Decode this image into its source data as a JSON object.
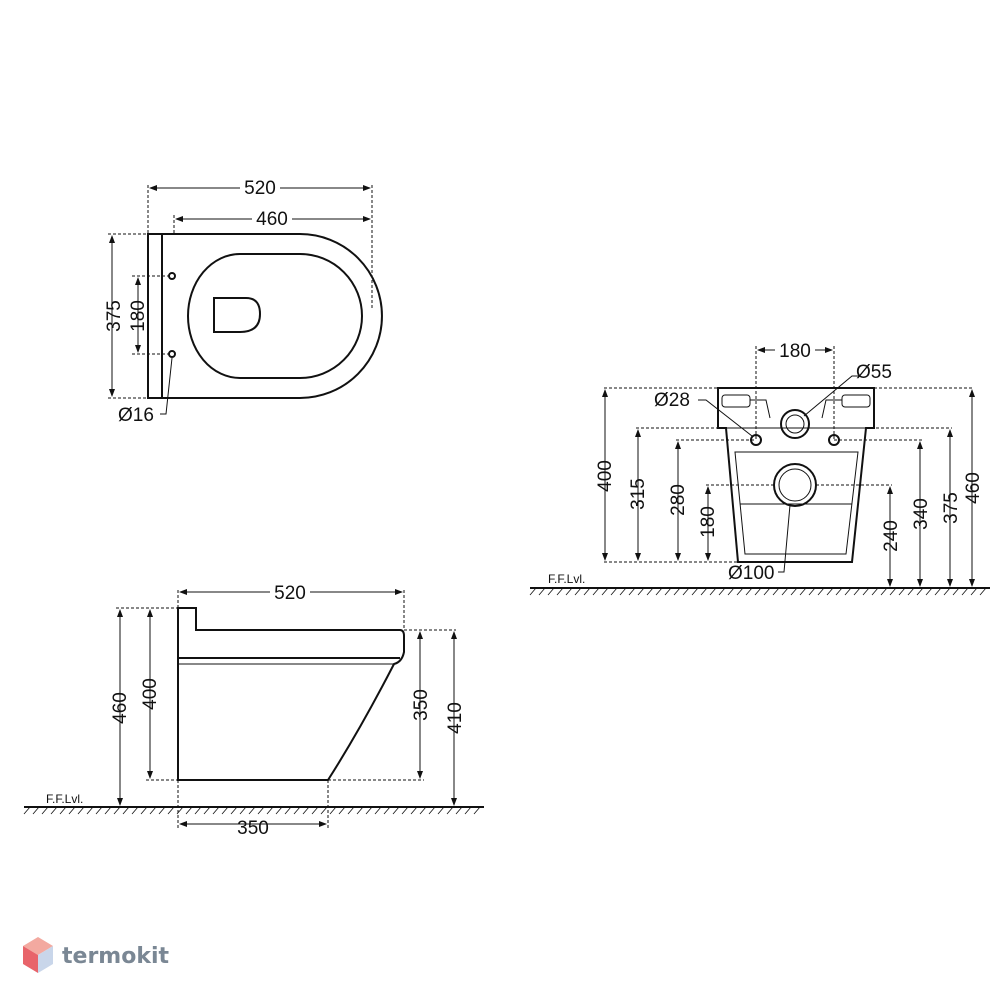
{
  "top_view": {
    "width_overall": "520",
    "width_inner": "460",
    "depth_overall": "375",
    "hole_spacing": "180",
    "hole_diameter": "Ø16"
  },
  "side_view": {
    "length_top": "520",
    "base_length": "350",
    "height_total": "460",
    "height_back": "400",
    "height_front_inner": "350",
    "height_front": "410",
    "floor_label": "F.F.Lvl."
  },
  "back_view": {
    "bolt_spacing": "180",
    "inlet_diameter": "Ø55",
    "bolt_diameter": "Ø28",
    "outlet_diameter": "Ø100",
    "left_dims": [
      "400",
      "315",
      "280",
      "180"
    ],
    "right_dims": [
      "240",
      "340",
      "375",
      "460"
    ],
    "floor_label": "F.F.Lvl."
  },
  "watermark": {
    "brand": "termokit",
    "icon": "cube-logo-icon"
  }
}
